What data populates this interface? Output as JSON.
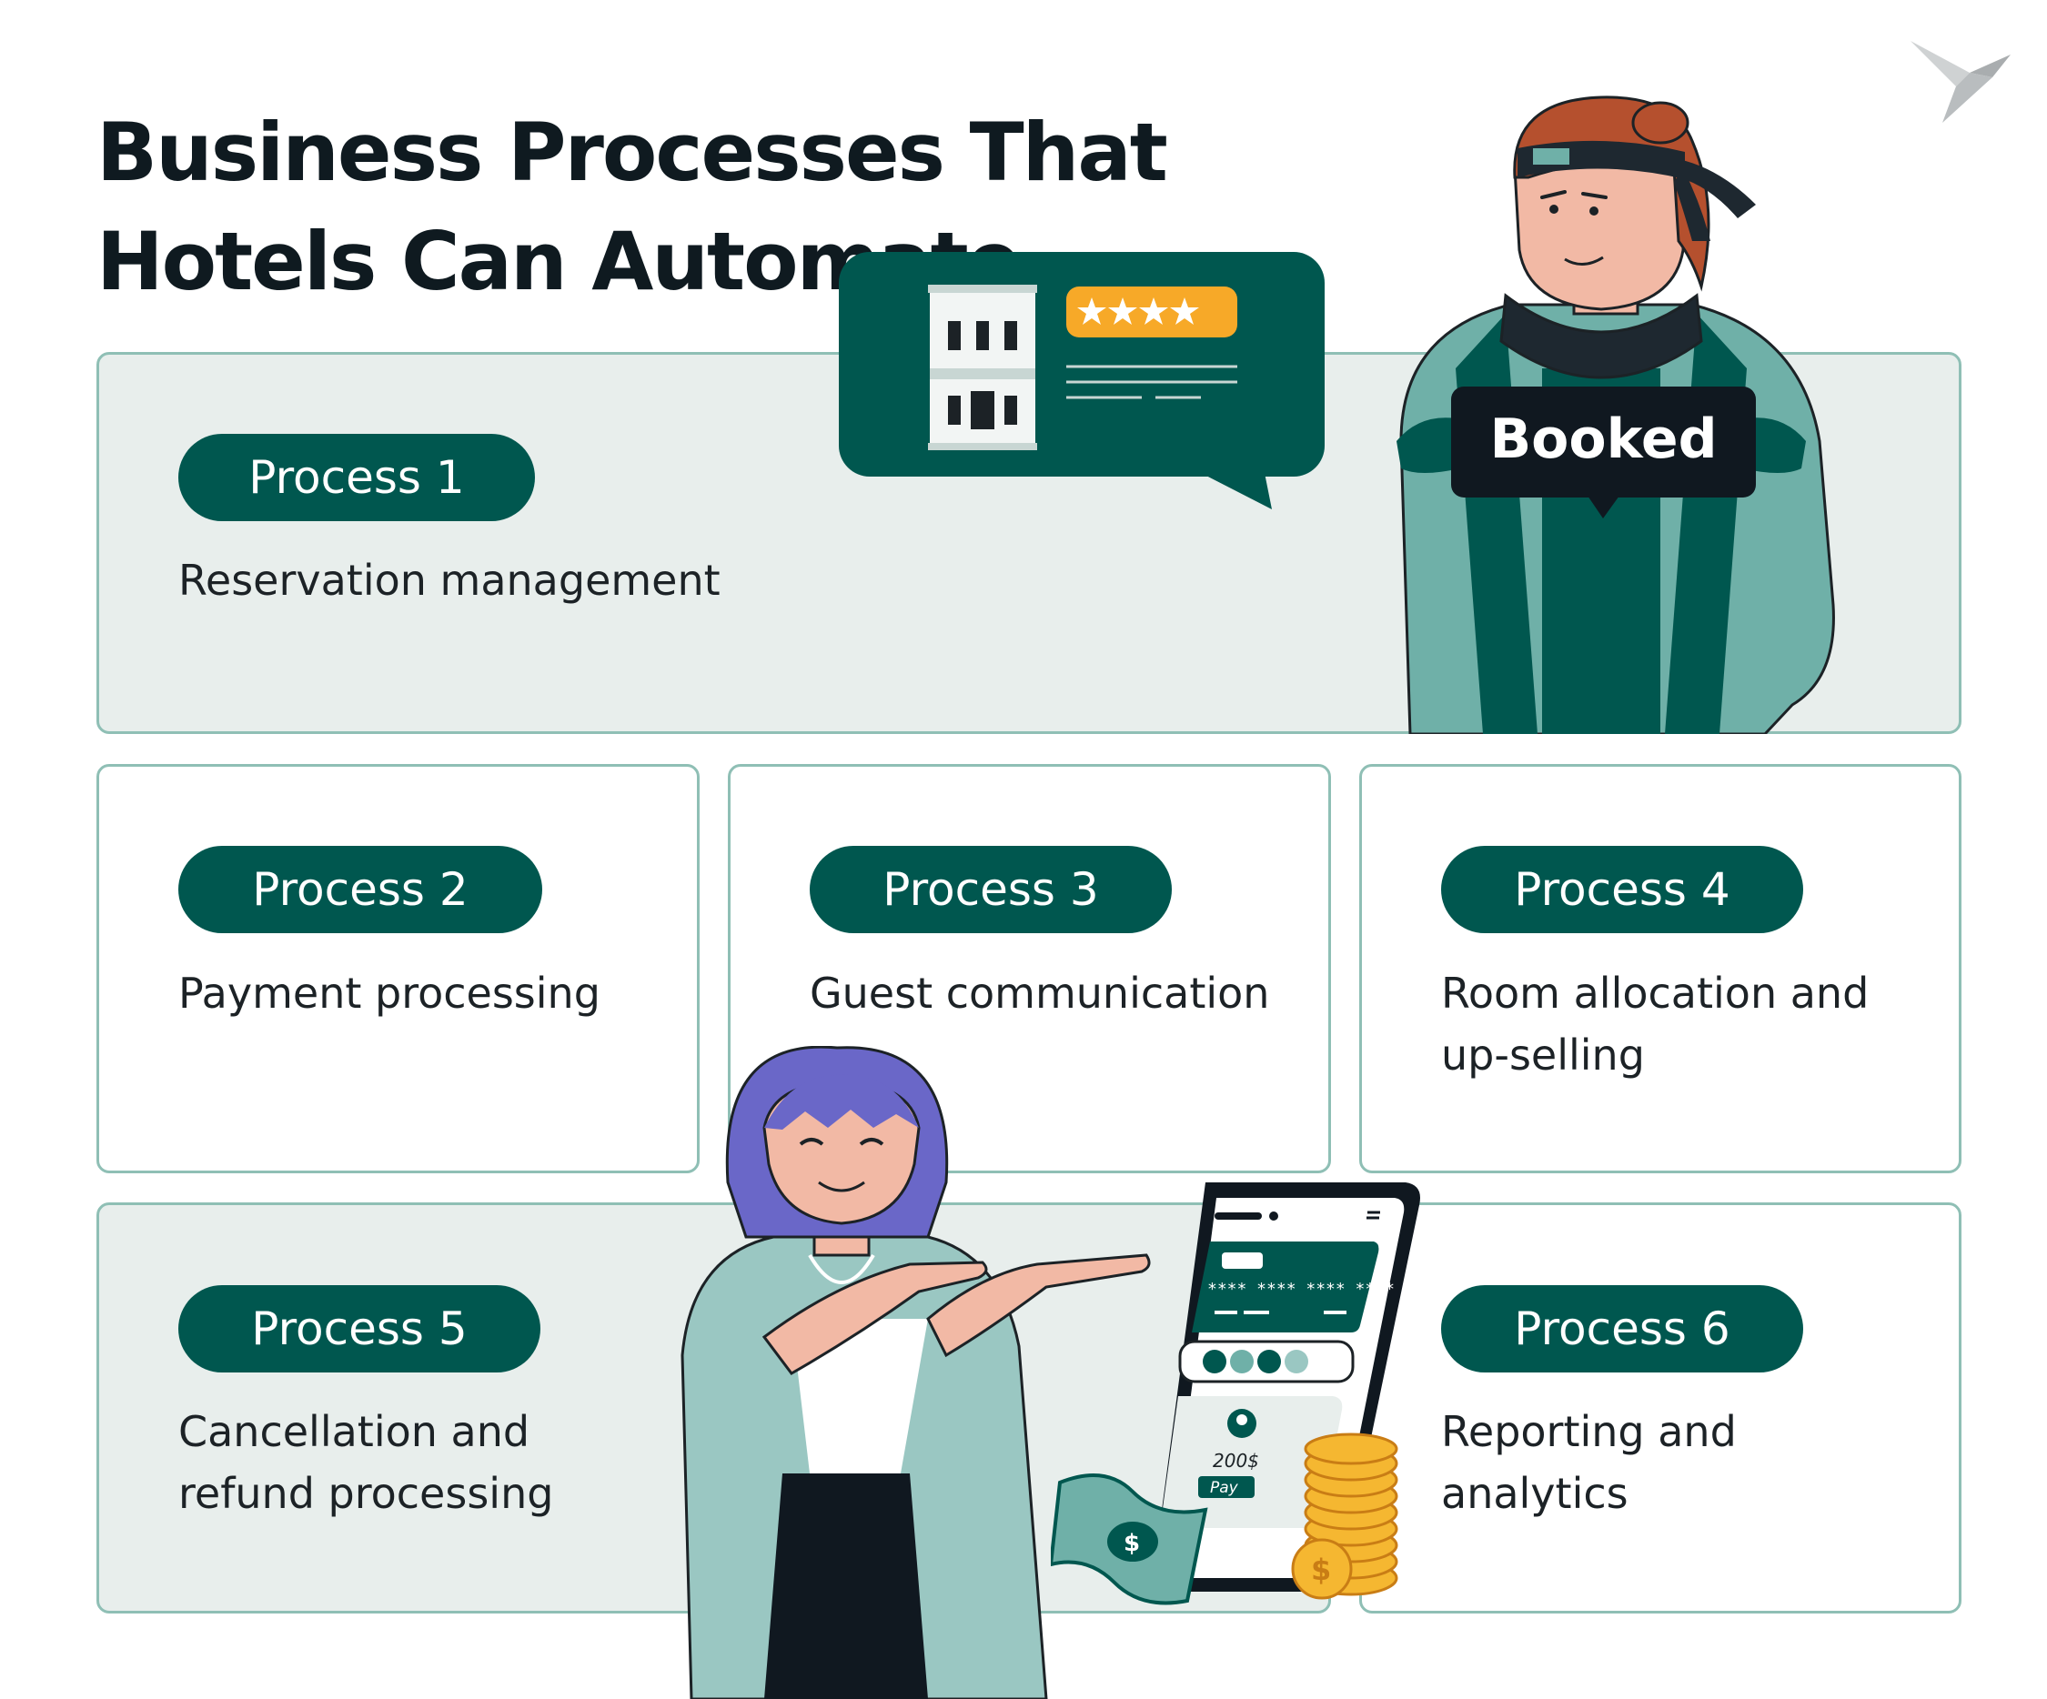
{
  "title": "Business Processes That Hotels Can Automate",
  "processes": [
    {
      "label": "Process 1",
      "description": "Reservation management"
    },
    {
      "label": "Process 2",
      "description": "Payment processing"
    },
    {
      "label": "Process 3",
      "description": "Guest communication"
    },
    {
      "label": "Process 4",
      "description": "Room allocation and up-selling"
    },
    {
      "label": "Process 5",
      "description": "Cancellation and refund processing"
    },
    {
      "label": "Process 6",
      "description": "Reporting and analytics"
    }
  ],
  "illustration": {
    "booked_label": "Booked",
    "card_number": "**** **** **** ****",
    "amount": "200$",
    "pay_label": "Pay",
    "rating_stars": 4
  },
  "colors": {
    "accent": "#00574f",
    "card_border": "#8fbfb5",
    "tint_background": "#e8eeec",
    "jacket": "#6fb0a8",
    "star": "#f7a928",
    "coin": "#f5b731"
  },
  "icons": [
    "bird-logo-icon",
    "hotel-building-icon",
    "star-icon",
    "credit-card-icon",
    "user-icon",
    "menu-icon",
    "dollar-banknote-icon",
    "coin-stack-icon"
  ]
}
